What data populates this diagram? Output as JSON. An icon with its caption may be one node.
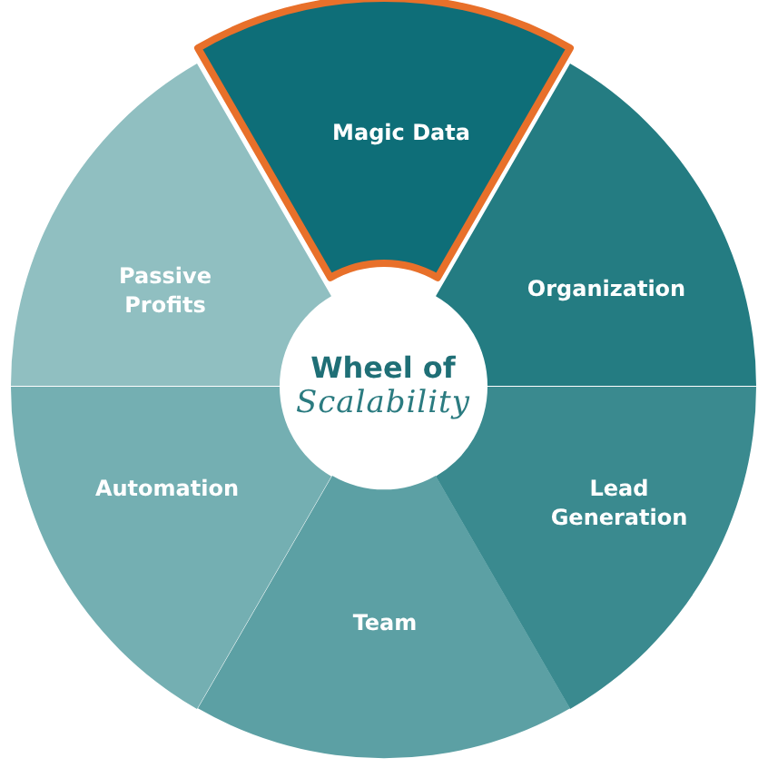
{
  "diagram": {
    "nodes": [
      {
        "text": [
          "Magic Data"
        ]
      },
      {
        "text": [
          "Organization"
        ]
      },
      {
        "text": [
          "Lead Generation"
        ]
      },
      {
        "text": [
          "Team"
        ]
      },
      {
        "text": [
          "Automation"
        ]
      },
      {
        "text": [
          "Passive Profits"
        ]
      },
      {
        "text": [
          "Wheel of",
          "Scalability"
        ]
      }
    ]
  }
}
